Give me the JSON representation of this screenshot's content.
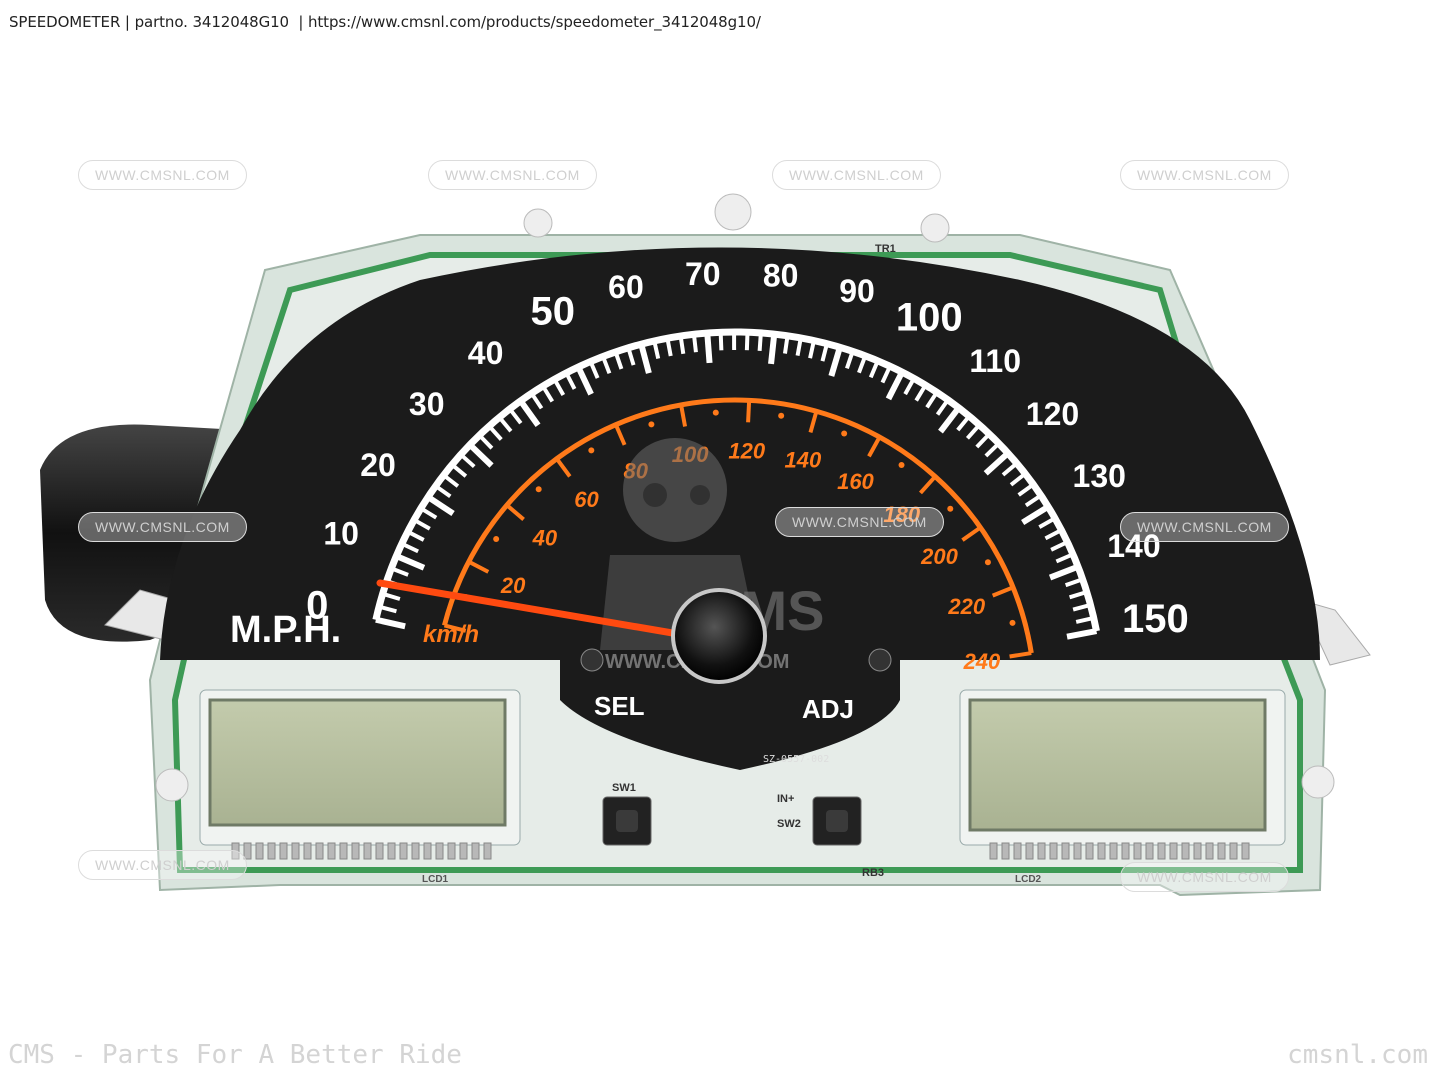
{
  "header": {
    "title": "SPEEDOMETER",
    "partno": "partno. 3412048G10",
    "url": "https://www.cmsnl.com/products/speedometer_3412048g10/"
  },
  "footer": {
    "left": "CMS - Parts For A Better Ride",
    "right": "cmsnl.com"
  },
  "watermark": {
    "text": "WWW.CMSNL.COM"
  },
  "dial": {
    "mph_unit": "M.P.H.",
    "kmh_unit": "km/h",
    "mph_labels": [
      "0",
      "10",
      "20",
      "30",
      "40",
      "50",
      "60",
      "70",
      "80",
      "90",
      "100",
      "110",
      "120",
      "130",
      "140",
      "150"
    ],
    "kmh_labels": [
      "20",
      "40",
      "60",
      "80",
      "100",
      "120",
      "140",
      "160",
      "180",
      "200",
      "220",
      "240"
    ],
    "sel_label": "SEL",
    "adj_label": "ADJ",
    "part_code": "SZ-0557-002",
    "logo_text": "CMS",
    "logo_url": "WWW.CMSNL.COM"
  },
  "board": {
    "sw1": "SW1",
    "sw2": "SW2",
    "in_plus": "IN+",
    "tr1": "TR1",
    "lcd1": "LCD1",
    "lcd2": "LCD2",
    "rb3": "RB3"
  },
  "colors": {
    "dial_black": "#1b1b1b",
    "scale_orange": "#ff7a1a",
    "needle": "#ff4a10",
    "pcb_green": "#2f9a4a",
    "lcd": "#b7c0a0",
    "watermark": "#cfcfcf"
  }
}
